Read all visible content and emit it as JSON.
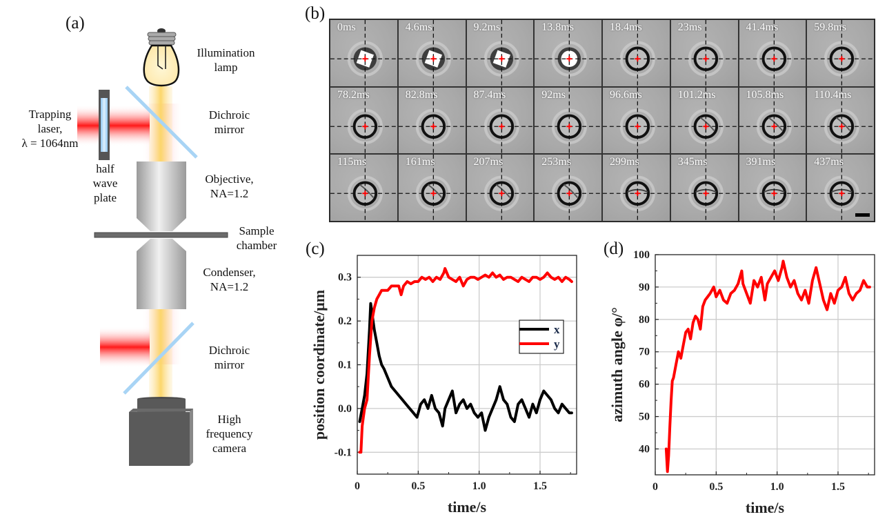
{
  "panels": {
    "a": {
      "label": "(a)",
      "components": {
        "lamp": "Illumination lamp",
        "lamp_lines": [
          "Illumination",
          "lamp"
        ],
        "laser_lines": [
          "Trapping",
          "laser,",
          "λ = 1064nm"
        ],
        "dichroic1_lines": [
          "Dichroic",
          "mirror"
        ],
        "halfwave_lines": [
          "half",
          "wave",
          "plate"
        ],
        "objective_lines": [
          "Objective,",
          "NA=1.2"
        ],
        "sample_lines": [
          "Sample",
          "chamber"
        ],
        "condenser_lines": [
          "Condenser,",
          "NA=1.2"
        ],
        "dichroic2_lines": [
          "Dichroic",
          "mirror"
        ],
        "camera_lines": [
          "High",
          "frequency",
          "camera"
        ]
      },
      "colors": {
        "laser": "#ff1a1a",
        "illumination": "#fcd66a",
        "mirror": "#a8d4f5",
        "optics": "#bdbdbd",
        "camera": "#595959"
      }
    },
    "b": {
      "label": "(b)",
      "frames": [
        {
          "time": "0ms",
          "stage": "square"
        },
        {
          "time": "4.6ms",
          "stage": "square"
        },
        {
          "time": "9.2ms",
          "stage": "square"
        },
        {
          "time": "13.8ms",
          "stage": "bright"
        },
        {
          "time": "18.4ms",
          "stage": "ring"
        },
        {
          "time": "23ms",
          "stage": "ring"
        },
        {
          "time": "41.4ms",
          "stage": "ring"
        },
        {
          "time": "59.8ms",
          "stage": "ring"
        },
        {
          "time": "78.2ms",
          "stage": "ring"
        },
        {
          "time": "82.8ms",
          "stage": "ring"
        },
        {
          "time": "87.4ms",
          "stage": "ring"
        },
        {
          "time": "92ms",
          "stage": "ring"
        },
        {
          "time": "96.6ms",
          "stage": "ring"
        },
        {
          "time": "101.2ms",
          "stage": "stripe"
        },
        {
          "time": "105.8ms",
          "stage": "stripe"
        },
        {
          "time": "110.4ms",
          "stage": "stripe"
        },
        {
          "time": "115ms",
          "stage": "stripe"
        },
        {
          "time": "161ms",
          "stage": "stripe"
        },
        {
          "time": "207ms",
          "stage": "stripe"
        },
        {
          "time": "253ms",
          "stage": "stripe"
        },
        {
          "time": "299ms",
          "stage": "flat"
        },
        {
          "time": "345ms",
          "stage": "flat"
        },
        {
          "time": "391ms",
          "stage": "flat"
        },
        {
          "time": "437ms",
          "stage": "flat"
        }
      ]
    },
    "c": {
      "label": "(c)"
    },
    "d": {
      "label": "(d)"
    }
  },
  "chart_data": [
    {
      "id": "c",
      "type": "line",
      "title": "",
      "xlabel": "time/s",
      "ylabel": "position coordinate/μm",
      "xlim": [
        0,
        1.8
      ],
      "ylim": [
        -0.15,
        0.35
      ],
      "xticks": [
        0,
        0.5,
        1.0,
        1.5
      ],
      "xtick_labels": [
        "0",
        "0.5",
        "1.0",
        "1.5"
      ],
      "yticks": [
        -0.1,
        0.0,
        0.1,
        0.2,
        0.3
      ],
      "ytick_labels": [
        "-0.1",
        "0.0",
        "0.1",
        "0.2",
        "0.3"
      ],
      "grid": true,
      "legend": "center-right",
      "series": [
        {
          "name": "x",
          "color": "#000000",
          "x": [
            0.02,
            0.04,
            0.06,
            0.08,
            0.1,
            0.11,
            0.12,
            0.14,
            0.16,
            0.18,
            0.2,
            0.22,
            0.25,
            0.28,
            0.31,
            0.34,
            0.37,
            0.4,
            0.43,
            0.46,
            0.49,
            0.52,
            0.55,
            0.58,
            0.61,
            0.64,
            0.67,
            0.7,
            0.72,
            0.75,
            0.78,
            0.81,
            0.84,
            0.87,
            0.9,
            0.93,
            0.96,
            0.99,
            1.02,
            1.05,
            1.08,
            1.11,
            1.14,
            1.17,
            1.2,
            1.23,
            1.26,
            1.29,
            1.32,
            1.35,
            1.38,
            1.41,
            1.44,
            1.47,
            1.5,
            1.53,
            1.56,
            1.59,
            1.62,
            1.65,
            1.68,
            1.71,
            1.74,
            1.76
          ],
          "y": [
            -0.03,
            0.0,
            0.03,
            0.08,
            0.18,
            0.24,
            0.22,
            0.18,
            0.15,
            0.12,
            0.1,
            0.09,
            0.07,
            0.05,
            0.04,
            0.03,
            0.02,
            0.01,
            0.0,
            -0.01,
            -0.02,
            0.01,
            0.02,
            0.0,
            0.03,
            0.0,
            -0.01,
            -0.04,
            0.0,
            0.02,
            0.04,
            -0.01,
            0.01,
            0.02,
            0.0,
            0.01,
            -0.01,
            -0.02,
            -0.01,
            -0.05,
            -0.02,
            0.0,
            0.02,
            0.05,
            0.02,
            0.01,
            -0.02,
            -0.03,
            0.01,
            0.02,
            0.0,
            -0.02,
            0.01,
            -0.01,
            0.02,
            0.04,
            0.03,
            0.02,
            0.0,
            -0.01,
            0.01,
            0.0,
            -0.01,
            -0.01
          ]
        },
        {
          "name": "y",
          "color": "#ff0000",
          "x": [
            0.02,
            0.03,
            0.04,
            0.05,
            0.06,
            0.08,
            0.1,
            0.12,
            0.14,
            0.16,
            0.18,
            0.2,
            0.22,
            0.25,
            0.28,
            0.31,
            0.34,
            0.36,
            0.38,
            0.41,
            0.44,
            0.47,
            0.5,
            0.53,
            0.56,
            0.59,
            0.62,
            0.65,
            0.68,
            0.71,
            0.72,
            0.75,
            0.78,
            0.81,
            0.84,
            0.87,
            0.9,
            0.93,
            0.96,
            0.99,
            1.02,
            1.05,
            1.08,
            1.11,
            1.14,
            1.17,
            1.2,
            1.23,
            1.26,
            1.29,
            1.32,
            1.35,
            1.38,
            1.41,
            1.44,
            1.47,
            1.5,
            1.53,
            1.56,
            1.59,
            1.62,
            1.65,
            1.68,
            1.71,
            1.74,
            1.76
          ],
          "y": [
            -0.1,
            -0.1,
            -0.04,
            -0.02,
            0.0,
            0.02,
            0.12,
            0.2,
            0.23,
            0.25,
            0.26,
            0.27,
            0.27,
            0.27,
            0.28,
            0.28,
            0.28,
            0.26,
            0.28,
            0.29,
            0.285,
            0.29,
            0.29,
            0.3,
            0.295,
            0.3,
            0.29,
            0.3,
            0.295,
            0.31,
            0.32,
            0.3,
            0.295,
            0.29,
            0.3,
            0.28,
            0.295,
            0.3,
            0.3,
            0.295,
            0.3,
            0.305,
            0.3,
            0.31,
            0.3,
            0.305,
            0.295,
            0.3,
            0.3,
            0.295,
            0.29,
            0.3,
            0.295,
            0.29,
            0.3,
            0.3,
            0.295,
            0.3,
            0.31,
            0.3,
            0.295,
            0.3,
            0.29,
            0.3,
            0.295,
            0.29
          ]
        }
      ]
    },
    {
      "id": "d",
      "type": "line",
      "title": "",
      "xlabel": "time/s",
      "ylabel": "azimuth angle φ/°",
      "xlim": [
        0,
        1.8
      ],
      "ylim": [
        32,
        100
      ],
      "xticks": [
        0,
        0.5,
        1.0,
        1.5
      ],
      "xtick_labels": [
        "0",
        "0.5",
        "1.0",
        "1.5"
      ],
      "yticks": [
        40,
        50,
        60,
        70,
        80,
        90,
        100
      ],
      "ytick_labels": [
        "40",
        "50",
        "60",
        "70",
        "80",
        "90",
        "100"
      ],
      "grid": true,
      "legend": "none",
      "series": [
        {
          "name": "azimuth angle",
          "color": "#ff0000",
          "x": [
            0.09,
            0.1,
            0.11,
            0.12,
            0.13,
            0.14,
            0.15,
            0.17,
            0.19,
            0.21,
            0.23,
            0.25,
            0.27,
            0.29,
            0.31,
            0.33,
            0.35,
            0.37,
            0.39,
            0.41,
            0.43,
            0.45,
            0.48,
            0.5,
            0.53,
            0.56,
            0.59,
            0.62,
            0.65,
            0.68,
            0.71,
            0.72,
            0.75,
            0.78,
            0.81,
            0.84,
            0.87,
            0.9,
            0.92,
            0.95,
            0.98,
            1.01,
            1.04,
            1.05,
            1.08,
            1.11,
            1.14,
            1.17,
            1.2,
            1.23,
            1.26,
            1.29,
            1.32,
            1.35,
            1.38,
            1.41,
            1.44,
            1.47,
            1.5,
            1.53,
            1.56,
            1.59,
            1.62,
            1.65,
            1.68,
            1.71,
            1.74,
            1.76
          ],
          "y": [
            40,
            33,
            38,
            47,
            55,
            61,
            62,
            66,
            70,
            68,
            72,
            76,
            77,
            74,
            79,
            81,
            80,
            77,
            84,
            86,
            87,
            88,
            90,
            87,
            89,
            86,
            85,
            88,
            89,
            91,
            95,
            91,
            88,
            85,
            92,
            90,
            93,
            86,
            91,
            93,
            95,
            92,
            96,
            98,
            93,
            90,
            92,
            88,
            86,
            89,
            85,
            92,
            96,
            91,
            86,
            83,
            88,
            85,
            89,
            90,
            93,
            88,
            86,
            88,
            89,
            92,
            90,
            90
          ]
        }
      ]
    }
  ]
}
